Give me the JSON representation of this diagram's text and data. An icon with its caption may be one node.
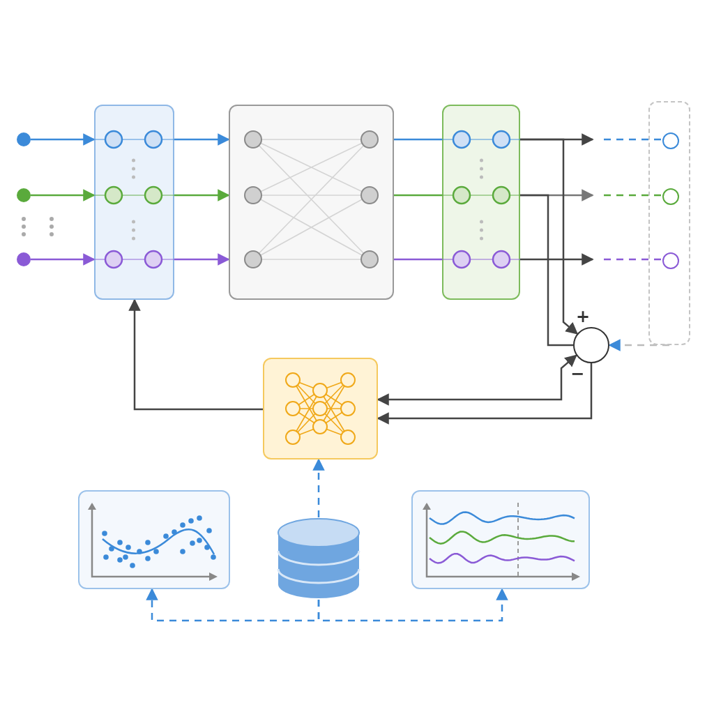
{
  "diagram": {
    "nodes": [
      {
        "text": [],
        "shape": "circle"
      },
      {
        "text": [],
        "shape": "circle"
      },
      {
        "text": [],
        "shape": "circle"
      },
      {
        "text": [],
        "shape": "box"
      },
      {
        "text": [],
        "shape": "box"
      },
      {
        "text": [],
        "shape": "box"
      },
      {
        "text": [],
        "shape": "box"
      },
      {
        "text": [],
        "shape": "circle",
        "in": 6
      },
      {
        "text": [],
        "shape": "circle",
        "in": 6
      },
      {
        "text": [],
        "shape": "circle",
        "in": 6
      },
      {
        "text": [],
        "shape": "circle"
      },
      {
        "text": [],
        "shape": "box"
      },
      {
        "text": [],
        "shape": "cylinder"
      },
      {
        "text": [],
        "shape": "picture"
      },
      {
        "text": [],
        "shape": "picture"
      }
    ],
    "edges": [
      {
        "from": 0,
        "to": 3,
        "arrow": "to",
        "color": "#3b8ad9"
      },
      {
        "from": 1,
        "to": 3,
        "arrow": "to",
        "color": "#5aaa3c"
      },
      {
        "from": 2,
        "to": 3,
        "arrow": "to",
        "color": "#8a5ad6"
      },
      {
        "from": 3,
        "to": 4,
        "arrow": "to",
        "color": "#3b8ad9"
      },
      {
        "from": 3,
        "to": 4,
        "arrow": "to",
        "color": "#5aaa3c"
      },
      {
        "from": 3,
        "to": 4,
        "arrow": "to",
        "color": "#8a5ad6"
      },
      {
        "from": 4,
        "to": 5,
        "arrow": "none",
        "color": "#3b8ad9"
      },
      {
        "from": 4,
        "to": 5,
        "arrow": "none",
        "color": "#5aaa3c"
      },
      {
        "from": 4,
        "to": 5,
        "arrow": "none",
        "color": "#8a5ad6"
      },
      {
        "from": 5,
        "to": null,
        "arrow": "to",
        "color": "#444444"
      },
      {
        "from": 5,
        "to": null,
        "arrow": "to",
        "color": "#777777"
      },
      {
        "from": 5,
        "to": null,
        "arrow": "to",
        "color": "#444444"
      },
      {
        "from": null,
        "to": 7,
        "arrow": "none",
        "style": "dashed",
        "color": "#3b8ad9"
      },
      {
        "from": null,
        "to": 8,
        "arrow": "none",
        "style": "dashed",
        "color": "#5aaa3c"
      },
      {
        "from": null,
        "to": 9,
        "arrow": "none",
        "style": "dashed",
        "color": "#8a5ad6"
      },
      {
        "from": 5,
        "to": 10,
        "arrow": "to",
        "color": "#444444"
      },
      {
        "from": 5,
        "to": 10,
        "arrow": "none",
        "color": "#444444"
      },
      {
        "from": 6,
        "to": 10,
        "arrow": "to",
        "style": "dashed",
        "color": "#bbbbbb"
      },
      {
        "from": 11,
        "to": 10,
        "arrow": "both",
        "color": "#444444"
      },
      {
        "from": 10,
        "to": 11,
        "arrow": "to",
        "color": "#444444"
      },
      {
        "from": 11,
        "to": 3,
        "arrow": "to",
        "color": "#444444"
      },
      {
        "from": 12,
        "to": 11,
        "arrow": "to",
        "style": "dashed",
        "color": "#3b8ad9"
      },
      {
        "from": 12,
        "to": 13,
        "arrow": "to",
        "style": "dashed",
        "color": "#3b8ad9"
      },
      {
        "from": 12,
        "to": 14,
        "arrow": "to",
        "style": "dashed",
        "color": "#3b8ad9"
      }
    ],
    "labels": [
      "+",
      "−"
    ]
  }
}
